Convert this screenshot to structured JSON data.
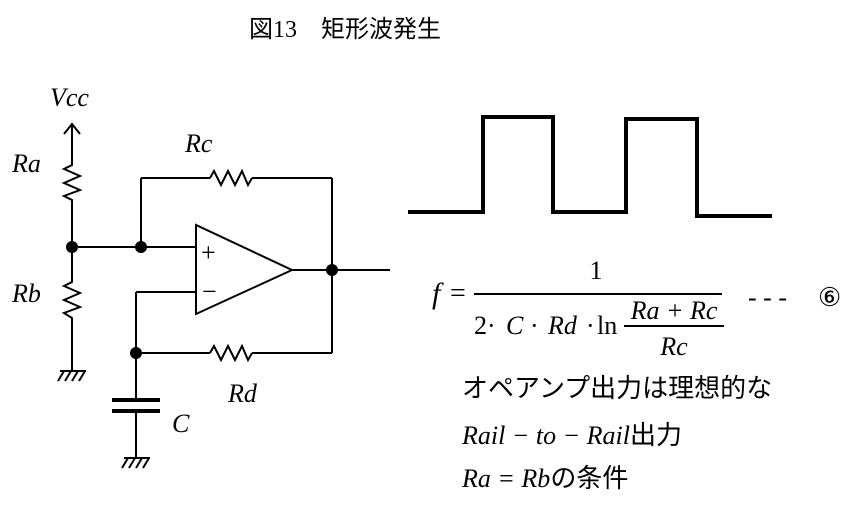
{
  "title": "図13　矩形波発生",
  "labels": {
    "vcc": "Vcc",
    "ra": "Ra",
    "rb": "Rb",
    "rc": "Rc",
    "rd": "Rd",
    "c": "C",
    "plus": "+",
    "minus": "−"
  },
  "formula": {
    "lhs": "f",
    "equals": "=",
    "numerator": "1",
    "denominator_parts": [
      "2·",
      "C",
      "·",
      "Rd",
      "·",
      "ln"
    ],
    "fraction_numerator": "Ra + Rc",
    "fraction_denominator": "Rc",
    "tag_dashes": "- - -",
    "tag_number": "⑥"
  },
  "notes": {
    "line1": "オペアンプ出力は理想的な",
    "line2_italic": "Rail − to − Rail",
    "line2_rest": "出力",
    "line3_italic": "Ra = Rb",
    "line3_rest": "の条件"
  }
}
